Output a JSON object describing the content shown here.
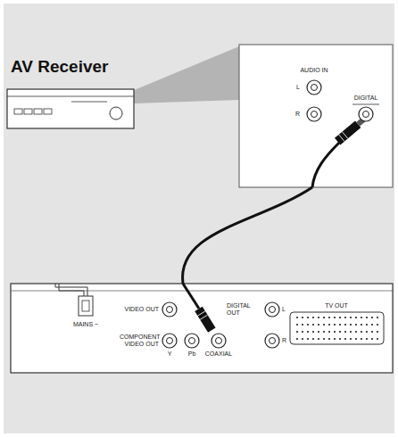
{
  "diagram": {
    "nodes": [
      {
        "text": [
          "AV Receiver"
        ]
      },
      {
        "text": [
          "AUDIO IN",
          "L",
          "R",
          "DIGITAL"
        ]
      },
      {
        "text": [
          "MAINS ~",
          "VIDEO OUT",
          "COMPONENT VIDEO OUT",
          "DIGITAL OUT",
          "COAXIAL",
          "Y",
          "Pb",
          "L",
          "R",
          "TV OUT"
        ]
      }
    ],
    "edges": [
      {
        "from": 2,
        "to": 1,
        "arrow": "none"
      }
    ]
  }
}
